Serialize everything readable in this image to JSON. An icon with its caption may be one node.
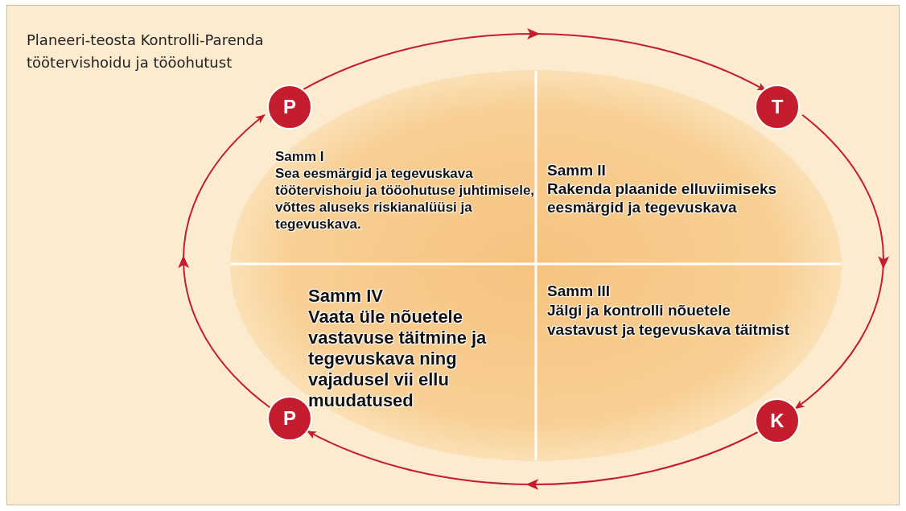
{
  "diagram": {
    "title": "Planeeri-teosta Kontrolli-Parenda töötervishoidu ja tööohutust",
    "nodes": [
      {
        "text": [
          "P"
        ]
      },
      {
        "text": [
          "T"
        ]
      },
      {
        "text": [
          "Samm I",
          "Sea eesmärgid ja tegevuskava töötervishoiu ja tööohutuse juhtimisele, võttes aluseks riskianalüüsi ja tegevuskava."
        ]
      },
      {
        "text": [
          "Samm II",
          "Rakenda plaanide elluviimiseks eesmärgid ja tegevuskava"
        ]
      },
      {
        "text": [
          "Samm IV",
          "Vaata üle nõuetele vastavuse täitmine ja tegevuskava ning vajadusel vii ellu muudatused"
        ]
      },
      {
        "text": [
          "Samm III",
          "Jälgi ja kontrolli nõuetele vastavust ja tegevuskava täitmist"
        ]
      },
      {
        "text": [
          "P"
        ]
      },
      {
        "text": [
          "K"
        ]
      }
    ],
    "edges": [
      {
        "from": 0,
        "to": 1,
        "arrow": "to"
      },
      {
        "from": 1,
        "to": 7,
        "arrow": "to"
      },
      {
        "from": 7,
        "to": 6,
        "arrow": "to"
      },
      {
        "from": 6,
        "to": 0,
        "arrow": "to"
      }
    ]
  }
}
